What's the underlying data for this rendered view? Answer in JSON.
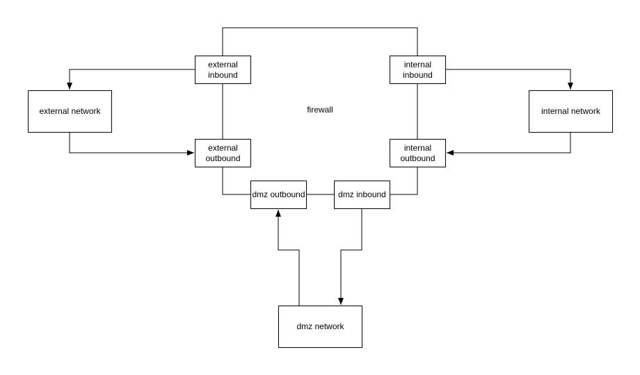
{
  "diagram": {
    "center_label": "firewall",
    "colors": {
      "stroke": "#000000",
      "node_fill": "#ffffff",
      "text": "#000000",
      "background": "#ffffff"
    },
    "nodes": [
      {
        "id": "external-inbound",
        "label": "external\ninbound"
      },
      {
        "id": "internal-inbound",
        "label": "internal\ninbound"
      },
      {
        "id": "external-network",
        "label": "external network"
      },
      {
        "id": "internal-network",
        "label": "internal network"
      },
      {
        "id": "external-outbound",
        "label": "external\noutbound"
      },
      {
        "id": "internal-outbound",
        "label": "internal\noutbound"
      },
      {
        "id": "dmz-outbound",
        "label": "dmz outbound"
      },
      {
        "id": "dmz-inbound",
        "label": "dmz inbound"
      },
      {
        "id": "dmz-network",
        "label": "dmz network"
      }
    ],
    "edges": [
      {
        "from": "external-inbound",
        "to": "internal-inbound",
        "arrow": "none"
      },
      {
        "from": "external-inbound",
        "to": "external-network",
        "arrow": "end"
      },
      {
        "from": "external-network",
        "to": "external-outbound",
        "arrow": "end"
      },
      {
        "from": "external-inbound",
        "to": "external-outbound",
        "arrow": "none"
      },
      {
        "from": "internal-inbound",
        "to": "internal-network",
        "arrow": "end"
      },
      {
        "from": "internal-network",
        "to": "internal-outbound",
        "arrow": "end"
      },
      {
        "from": "internal-inbound",
        "to": "internal-outbound",
        "arrow": "none"
      },
      {
        "from": "external-outbound",
        "to": "dmz-outbound",
        "arrow": "none"
      },
      {
        "from": "internal-outbound",
        "to": "dmz-inbound",
        "arrow": "none"
      },
      {
        "from": "dmz-outbound",
        "to": "dmz-inbound",
        "arrow": "none"
      },
      {
        "from": "dmz-network",
        "to": "dmz-outbound",
        "arrow": "end"
      },
      {
        "from": "dmz-inbound",
        "to": "dmz-network",
        "arrow": "end"
      }
    ]
  }
}
